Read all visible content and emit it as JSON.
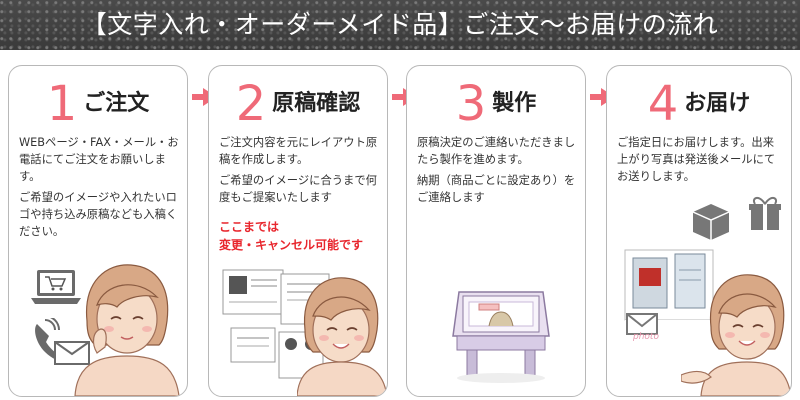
{
  "banner": {
    "title": "【文字入れ・オーダーメイド品】ご注文〜お届けの流れ"
  },
  "steps": [
    {
      "number": "1",
      "title": "ご注文",
      "paragraphs": [
        "WEBページ・FAX・メール・お電話にてご注文をお願いします。",
        "ご希望のイメージや入れたいロゴや持ち込み原稿なども入稿ください。"
      ],
      "icons": [
        "laptop-cart-icon",
        "phone-icon",
        "envelope-icon"
      ]
    },
    {
      "number": "2",
      "title": "原稿確認",
      "paragraphs": [
        "ご注文内容を元にレイアウト原稿を作成します。",
        "ご希望のイメージに合うまで何度もご提案いたします"
      ],
      "warning_line1": "ここまでは",
      "warning_line2": "変更・キャンセル可能です",
      "icons": [
        "layout-draft-icon"
      ]
    },
    {
      "number": "3",
      "title": "製作",
      "paragraphs": [
        "原稿決定のご連絡いただきましたら製作を進めます。",
        "納期（商品ごとに設定あり）をご連絡します"
      ],
      "icons": [
        "production-machine-icon"
      ]
    },
    {
      "number": "4",
      "title": "お届け",
      "paragraphs": [
        "ご指定日にお届けします。出来上がり写真は発送後メールにてお送りします。"
      ],
      "photo_label": "photo",
      "icons": [
        "box-icon",
        "gift-icon",
        "photo-icon",
        "envelope-icon"
      ]
    }
  ],
  "colors": {
    "accent": "#ef6a78",
    "warning": "#e8262d",
    "banner_bg": "#444444"
  }
}
